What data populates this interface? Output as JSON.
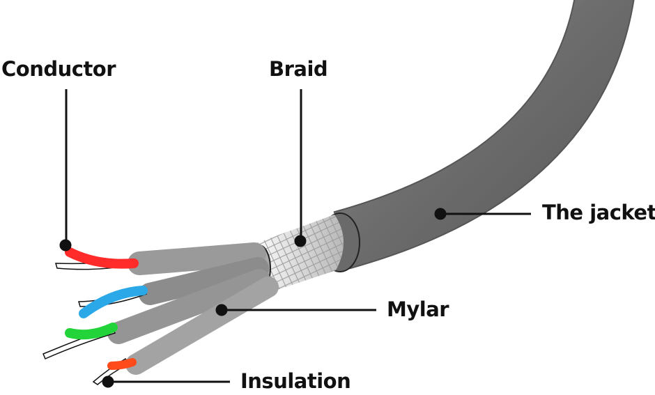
{
  "labels": {
    "conductor": "Conductor",
    "braid": "Braid",
    "jacket": "The jacket",
    "mylar": "Mylar",
    "insulation": "Insulation"
  },
  "colors": {
    "jacket": "#7a7a7a",
    "wire_sheath": "#9a9a9a",
    "insulation_red": "#ff2a2a",
    "insulation_blue": "#2aa8e8",
    "insulation_green": "#22d43a",
    "insulation_orange": "#ff4a1a",
    "leader": "#111111"
  }
}
